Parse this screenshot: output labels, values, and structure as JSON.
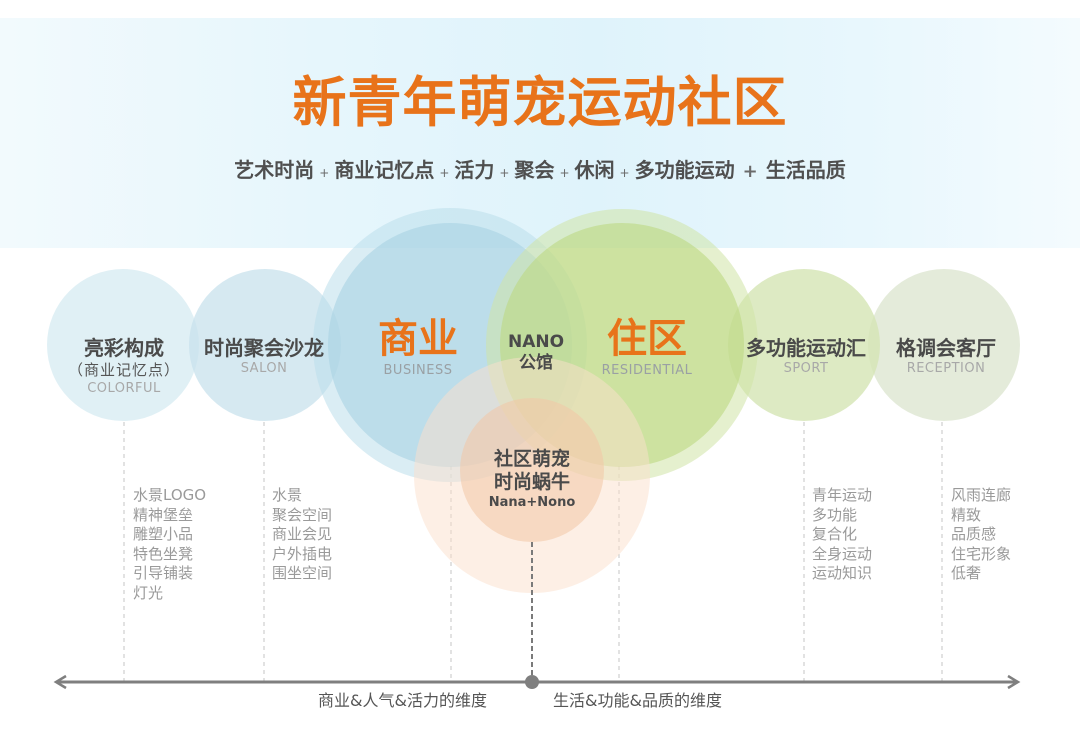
{
  "header": {
    "title": "新青年萌宠运动社区",
    "keywords": [
      "艺术时尚",
      "商业记忆点",
      "活力",
      "聚会",
      "休闲",
      "多功能运动",
      "生活品质"
    ],
    "separator": "+"
  },
  "colors": {
    "accent_orange": "#e8731a",
    "business_blue": "#9fcfe0",
    "residential_green": "#b9d878",
    "pet_orange": "#f6cfae",
    "text_dark": "#4a4a4a",
    "text_light": "#9a9a9a",
    "band_bg": "#e3f5fc"
  },
  "circles": {
    "colorful": {
      "cn": "亮彩构成",
      "cn_sub": "（商业记忆点）",
      "en": "COLORFUL"
    },
    "salon": {
      "cn": "时尚聚会沙龙",
      "en": "SALON"
    },
    "business": {
      "cn": "商业",
      "en": "BUSINESS"
    },
    "nano": {
      "en": "NANO",
      "cn": "公馆"
    },
    "residential": {
      "cn": "住区",
      "en": "RESIDENTIAL"
    },
    "sport": {
      "cn": "多功能运动汇",
      "en": "SPORT"
    },
    "reception": {
      "cn": "格调会客厅",
      "en": "RECEPTION"
    },
    "pet": {
      "line1": "社区萌宠",
      "line2": "时尚蜗牛",
      "en": "Nana+Nono"
    }
  },
  "lists": {
    "colorful": [
      "水景LOGO",
      "精神堡垒",
      "雕塑小品",
      "特色坐凳",
      "引导铺装",
      "灯光"
    ],
    "salon": [
      "水景",
      "聚会空间",
      "商业会见",
      "户外插电",
      "围坐空间"
    ],
    "sport": [
      "青年运动",
      "多功能",
      "复合化",
      "全身运动",
      "运动知识"
    ],
    "reception": [
      "风雨连廊",
      "精致",
      "品质感",
      "住宅形象",
      "低奢"
    ]
  },
  "axis": {
    "left_label": "商业&人气&活力的维度",
    "right_label": "生活&功能&品质的维度"
  }
}
